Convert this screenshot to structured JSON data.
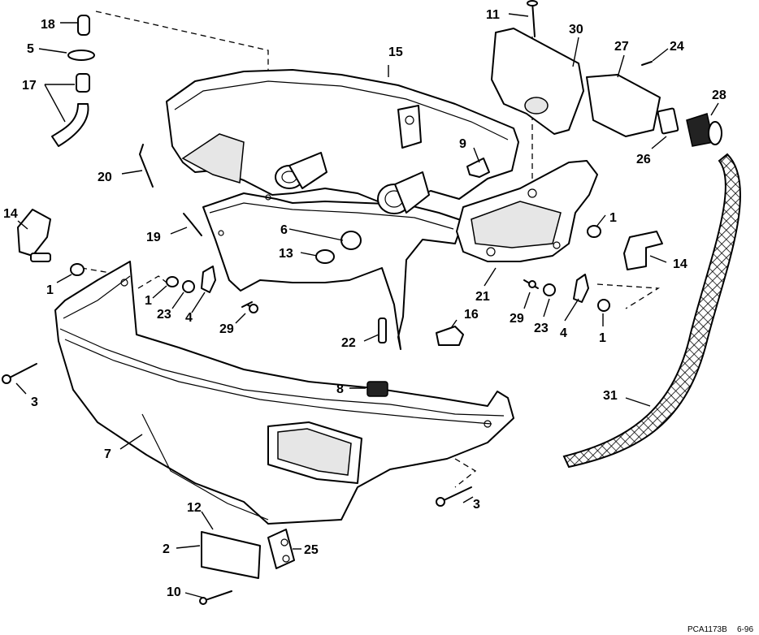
{
  "diagram": {
    "figure_code": "PCA1173B",
    "figure_date": "6-96",
    "callouts": {
      "p1a": "1",
      "p1b": "1",
      "p1c": "1",
      "p1d": "1",
      "p2": "2",
      "p3a": "3",
      "p3b": "3",
      "p4a": "4",
      "p4b": "4",
      "p5": "5",
      "p6": "6",
      "p7": "7",
      "p8": "8",
      "p9": "9",
      "p10": "10",
      "p11": "11",
      "p12": "12",
      "p13": "13",
      "p14a": "14",
      "p14b": "14",
      "p15": "15",
      "p16": "16",
      "p17": "17",
      "p18": "18",
      "p19": "19",
      "p20": "20",
      "p21": "21",
      "p22": "22",
      "p23a": "23",
      "p23b": "23",
      "p24": "24",
      "p25": "25",
      "p26": "26",
      "p27": "27",
      "p28": "28",
      "p29a": "29",
      "p29b": "29",
      "p30": "30",
      "p31": "31"
    }
  }
}
